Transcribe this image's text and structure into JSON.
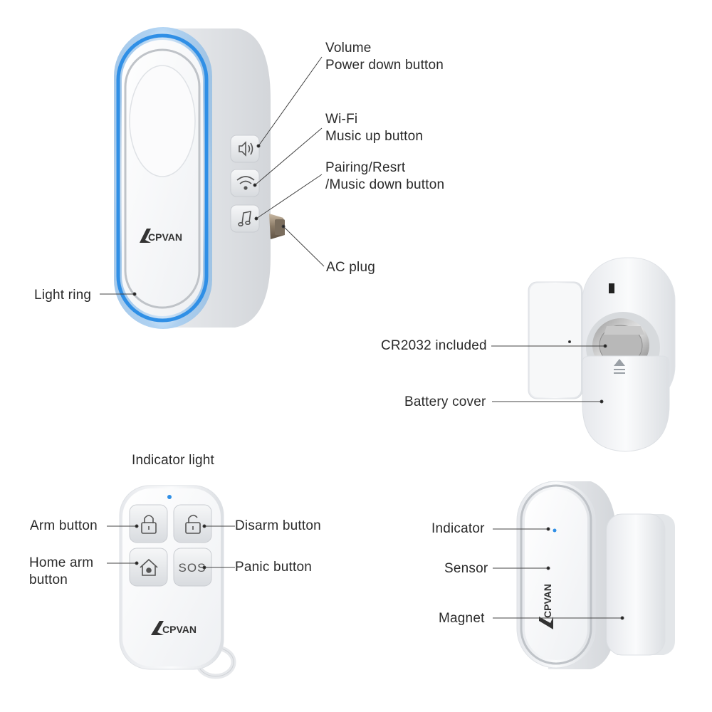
{
  "brand": {
    "logo": "CPVAN"
  },
  "doorbell": {
    "labels": {
      "volume_line1": "Volume",
      "volume_line2": "Power down button",
      "wifi_line1": "Wi-Fi",
      "wifi_line2": "Music up button",
      "pairing_line1": "Pairing/Resrt",
      "pairing_line2": "/Music down button",
      "ac_plug": "AC plug",
      "light_ring": "Light ring"
    },
    "icons": [
      "speaker-icon",
      "wifi-icon",
      "music-note-icon"
    ],
    "ring_color": "#2f8fe6"
  },
  "battery_sensor": {
    "labels": {
      "cr2032": "CR2032 included",
      "battery_cover": "Battery cover"
    }
  },
  "remote": {
    "labels": {
      "indicator_light": "Indicator light",
      "arm_button": "Arm button",
      "disarm_button": "Disarm button",
      "home_arm_line1": "Home arm",
      "home_arm_line2": "button",
      "panic_button": "Panic button"
    },
    "buttons": {
      "sos": "SOS"
    },
    "icons": [
      "lock-closed-icon",
      "lock-open-icon",
      "home-icon"
    ],
    "indicator_color": "#2f8fe6"
  },
  "door_sensor": {
    "labels": {
      "indicator": "Indicator",
      "sensor": "Sensor",
      "magnet": "Magnet"
    },
    "indicator_color": "#2f8fe6"
  }
}
